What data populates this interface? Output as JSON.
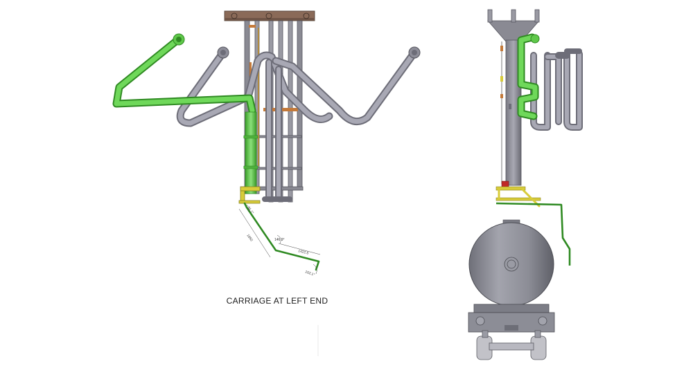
{
  "caption": "CARRIAGE AT LEFT END",
  "colors": {
    "background": "#ffffff",
    "pipe_gray": "#9b9ba8",
    "pipe_gray_dark": "#6d6d78",
    "pipe_green": "#5fc84a",
    "pipe_green_dark": "#2f8a22",
    "frame_gray": "#8a8a93",
    "frame_top": "#8a6a58",
    "accent_orange": "#c47a3a",
    "accent_yellow": "#d8cc3a",
    "tank_gray": "#8c8d96",
    "wheel_gray": "#c2c2c8",
    "dimension_line": "#444444"
  },
  "dimensions": {
    "d1": "1650",
    "d2": "1422.5",
    "d3": "146.9°",
    "d4": "102.1°",
    "d5": "31.1°"
  }
}
